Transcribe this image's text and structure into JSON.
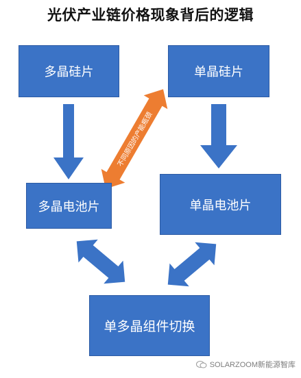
{
  "title": "光伏产业链价格现象背后的逻辑",
  "nodes": {
    "multi_wafer": "多晶硅片",
    "mono_wafer": "单晶硅片",
    "multi_cell": "多晶电池片",
    "mono_cell": "单晶电池片",
    "module_switch": "单多晶组件切换"
  },
  "edge_label": "不同原因的产能瓶颈",
  "watermark": "SOLARZOOM新能源智库",
  "colors": {
    "box": "#3b73c6",
    "arrow": "#3b73c6",
    "highlight_arrow": "#ed7d31"
  }
}
